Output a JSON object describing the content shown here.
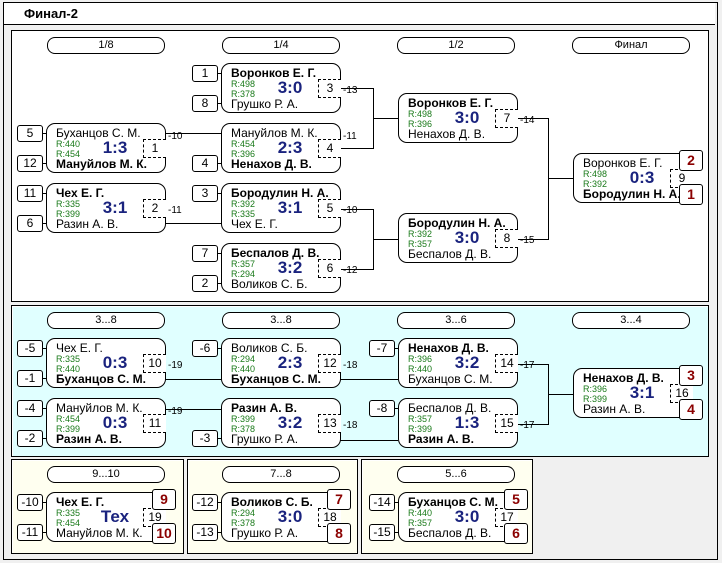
{
  "title": "Финал-2",
  "colors": {
    "score": "#1a237e",
    "rating": "#1a7a1a",
    "place": "#8b0000",
    "panel_cyan": "#e0ffff",
    "panel_yellow": "#fffff0"
  },
  "rounds_main": [
    "1/8",
    "1/4",
    "1/2",
    "Финал"
  ],
  "rounds_cons": [
    "3...8",
    "3...8",
    "3...6",
    "3...4"
  ],
  "rounds_bottom": [
    "9...10",
    "7...8",
    "5...6"
  ],
  "matches": {
    "m1": {
      "p1": "Буханцов С. М.",
      "p2": "Мануйлов М. К.",
      "r1": "R:440",
      "r2": "R:454",
      "score": "1:3",
      "num": "1",
      "s1": "5",
      "s2": "12",
      "out": "-10"
    },
    "m2": {
      "p1": "Чех Е. Г.",
      "p2": "Разин А. В.",
      "r1": "R:335",
      "r2": "R:399",
      "score": "3:1",
      "num": "2",
      "s1": "11",
      "s2": "6",
      "out": "-11"
    },
    "m3": {
      "p1": "Воронков Е. Г.",
      "p2": "Грушко Р. А.",
      "r1": "R:498",
      "r2": "R:378",
      "score": "3:0",
      "num": "3",
      "s1": "1",
      "s2": "8",
      "out": "-13"
    },
    "m4": {
      "p1": "Мануйлов М. К.",
      "p2": "Ненахов Д. В.",
      "r1": "R:454",
      "r2": "R:396",
      "score": "2:3",
      "num": "4",
      "s2": "4",
      "out": "-11"
    },
    "m5": {
      "p1": "Бородулин Н. А.",
      "p2": "Чех Е. Г.",
      "r1": "R:392",
      "r2": "R:335",
      "score": "3:1",
      "num": "5",
      "s1": "3",
      "out": "-10"
    },
    "m6": {
      "p1": "Беспалов Д. В.",
      "p2": "Воликов С. Б.",
      "r1": "R:357",
      "r2": "R:294",
      "score": "3:2",
      "num": "6",
      "s1": "7",
      "s2": "2",
      "out": "-12"
    },
    "m7": {
      "p1": "Воронков Е. Г.",
      "p2": "Ненахов Д. В.",
      "r1": "R:498",
      "r2": "R:396",
      "score": "3:0",
      "num": "7",
      "out": "-14"
    },
    "m8": {
      "p1": "Бородулин Н. А.",
      "p2": "Беспалов Д. В.",
      "r1": "R:392",
      "r2": "R:357",
      "score": "3:0",
      "num": "8",
      "out": "-15"
    },
    "m9": {
      "p1": "Воронков Е. Г.",
      "p2": "Бородулин Н. А.",
      "r1": "R:498",
      "r2": "R:392",
      "score": "0:3",
      "num": "9",
      "place1": "2",
      "place2": "1"
    },
    "m10": {
      "p1": "Чех Е. Г.",
      "p2": "Буханцов С. М.",
      "r1": "R:335",
      "r2": "R:440",
      "score": "0:3",
      "num": "10",
      "s1": "-5",
      "s2": "-1",
      "out": "-19"
    },
    "m11": {
      "p1": "Мануйлов М. К.",
      "p2": "Разин А. В.",
      "r1": "R:454",
      "r2": "R:399",
      "score": "0:3",
      "num": "11",
      "s1": "-4",
      "s2": "-2",
      "out": "-19"
    },
    "m12": {
      "p1": "Воликов С. Б.",
      "p2": "Буханцов С. М.",
      "r1": "R:294",
      "r2": "R:440",
      "score": "2:3",
      "num": "12",
      "s1": "-6",
      "out": "-18"
    },
    "m13": {
      "p1": "Разин А. В.",
      "p2": "Грушко Р. А.",
      "r1": "R:399",
      "r2": "R:378",
      "score": "3:2",
      "num": "13",
      "s2": "-3",
      "out": "-18"
    },
    "m14": {
      "p1": "Ненахов Д. В.",
      "p2": "Буханцов С. М.",
      "r1": "R:396",
      "r2": "R:440",
      "score": "3:2",
      "num": "14",
      "s1": "-7",
      "out": "-17"
    },
    "m15": {
      "p1": "Беспалов Д. В.",
      "p2": "Разин А. В.",
      "r1": "R:357",
      "r2": "R:399",
      "score": "1:3",
      "num": "15",
      "s1": "-8",
      "out": "-17"
    },
    "m16": {
      "p1": "Ненахов Д. В.",
      "p2": "Разин А. В.",
      "r1": "R:396",
      "r2": "R:399",
      "score": "3:1",
      "num": "16",
      "place1": "3",
      "place2": "4"
    },
    "m17": {
      "p1": "Буханцов С. М.",
      "p2": "Беспалов Д. В.",
      "r1": "R:440",
      "r2": "R:357",
      "score": "3:0",
      "num": "17",
      "s1": "-14",
      "s2": "-15",
      "place1": "5",
      "place2": "6"
    },
    "m18": {
      "p1": "Воликов С. Б.",
      "p2": "Грушко Р. А.",
      "r1": "R:294",
      "r2": "R:378",
      "score": "3:0",
      "num": "18",
      "s1": "-12",
      "s2": "-13",
      "place1": "7",
      "place2": "8"
    },
    "m19": {
      "p1": "Чех Е. Г.",
      "p2": "Мануйлов М. К.",
      "r1": "R:335",
      "r2": "R:454",
      "score": "Тех",
      "num": "19",
      "s1": "-10",
      "s2": "-11",
      "place1": "9",
      "place2": "10"
    }
  }
}
